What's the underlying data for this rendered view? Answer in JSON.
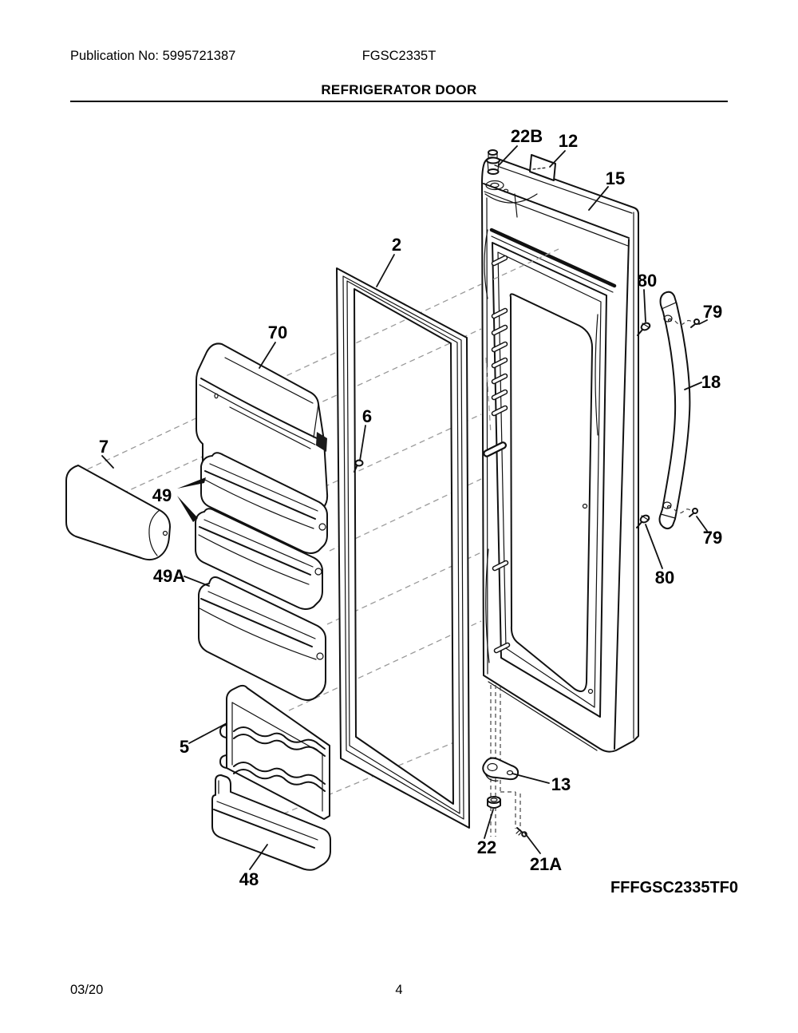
{
  "header": {
    "publication_no": "Publication No: 5995721387",
    "model": "FGSC2335T",
    "section_title": "REFRIGERATOR DOOR"
  },
  "diagram": {
    "code": "FFFGSC2335TF0",
    "callouts": [
      {
        "label": "22B"
      },
      {
        "label": "12"
      },
      {
        "label": "15"
      },
      {
        "label": "2"
      },
      {
        "label": "70"
      },
      {
        "label": "80"
      },
      {
        "label": "79"
      },
      {
        "label": "18"
      },
      {
        "label": "6"
      },
      {
        "label": "7"
      },
      {
        "label": "49"
      },
      {
        "label": "49A"
      },
      {
        "label": "79"
      },
      {
        "label": "80"
      },
      {
        "label": "5"
      },
      {
        "label": "13"
      },
      {
        "label": "22"
      },
      {
        "label": "21A"
      },
      {
        "label": "48"
      }
    ]
  },
  "footer": {
    "date": "03/20",
    "page_number": "4"
  }
}
